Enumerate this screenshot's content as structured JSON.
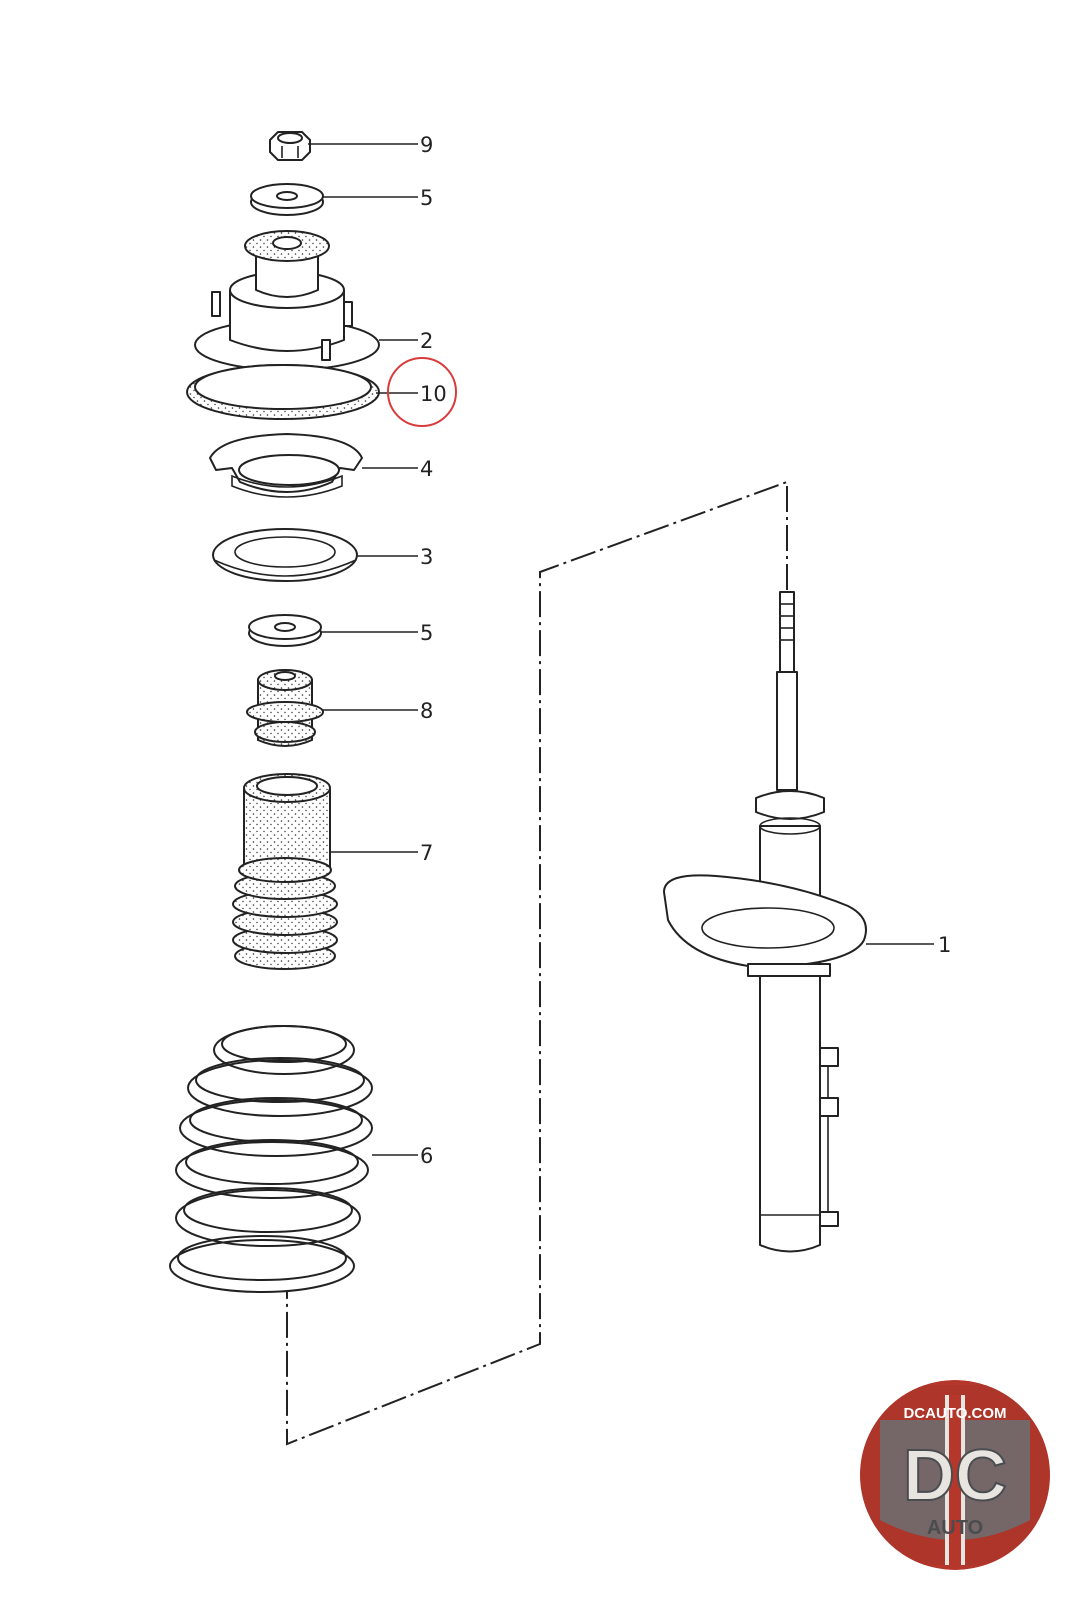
{
  "callouts": {
    "p9": "9",
    "p5a": "5",
    "p2": "2",
    "p10": "10",
    "p4": "4",
    "p3": "3",
    "p5b": "5",
    "p8": "8",
    "p7": "7",
    "p1": "1",
    "p6": "6"
  },
  "highlight_color": "#d93a3a",
  "logo": {
    "domain": "DCAUTO.COM",
    "letters": "DC",
    "word": "AUTO",
    "colors": {
      "red": "#b5372c",
      "grey": "#6b6f73",
      "light": "#e8e4e0"
    }
  }
}
